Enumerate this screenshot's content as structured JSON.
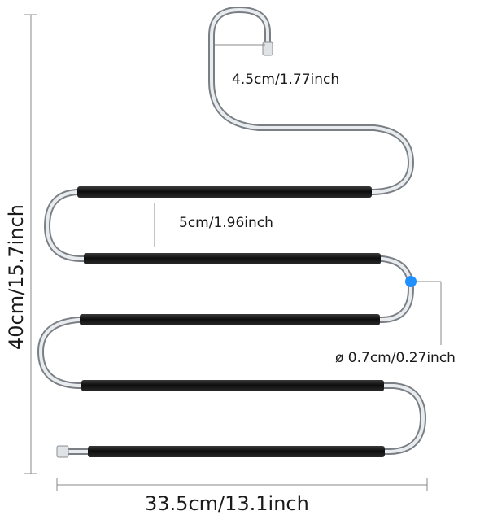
{
  "dimensions": {
    "hook_width": "4.5cm/1.77inch",
    "bar_spacing": "5cm/1.96inch",
    "bar_diameter": "ø 0.7cm/0.27inch",
    "total_width": "33.5cm/13.1inch",
    "total_height": "40cm/15.7inch"
  },
  "colors": {
    "background": "#ffffff",
    "steel": "#c8ccd0",
    "foam": "#141414",
    "dimension_line": "#888888",
    "marker": "#1e90ff"
  }
}
